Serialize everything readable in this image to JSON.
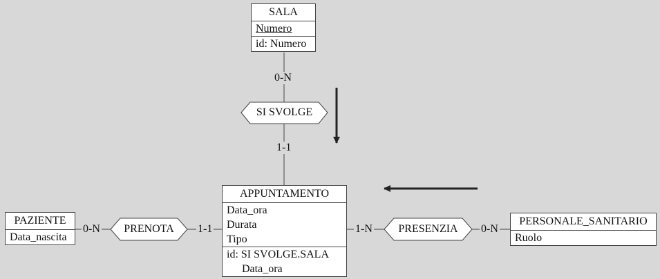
{
  "entities": {
    "sala": {
      "name": "SALA",
      "attribute": "Numero",
      "identifier": "id: Numero"
    },
    "appuntamento": {
      "name": "APPUNTAMENTO",
      "attributes": [
        "Data_ora",
        "Durata",
        "Tipo"
      ],
      "identifier_1": "id: SI SVOLGE.SALA",
      "identifier_2": "Data_ora"
    },
    "paziente": {
      "name": "PAZIENTE",
      "attribute": "Data_nascita"
    },
    "personale": {
      "name": "PERSONALE_SANITARIO",
      "attribute": "Ruolo"
    }
  },
  "relationships": {
    "si_svolge": "SI SVOLGE",
    "prenota": "PRENOTA",
    "presenzia": "PRESENZIA"
  },
  "cardinalities": {
    "sala_si_svolge": "0-N",
    "appuntamento_si_svolge": "1-1",
    "paziente_prenota": "0-N",
    "appuntamento_prenota": "1-1",
    "appuntamento_presenzia": "1-N",
    "personale_presenzia": "0-N"
  },
  "colors": {
    "background": "#d8d8d8",
    "box_fill": "#ffffff",
    "line": "#444444",
    "arrow": "#222222"
  }
}
